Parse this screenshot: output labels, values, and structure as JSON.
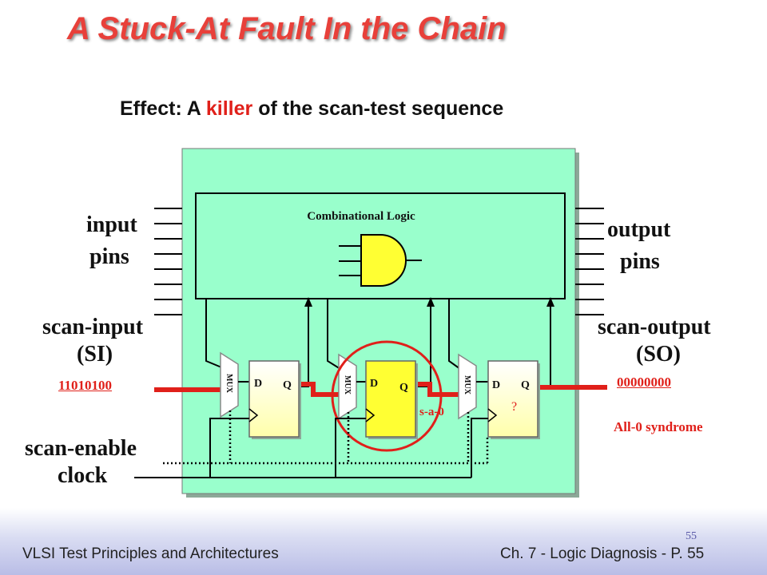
{
  "slide": {
    "title": "A Stuck-At Fault In the Chain",
    "subtitle_prefix": "Effect: A ",
    "subtitle_highlight": "killer",
    "subtitle_suffix": " of the scan-test sequence",
    "highlight_color": "#e0201a",
    "title_color": "#e8403a"
  },
  "diagram": {
    "board_color": "#99ffcc",
    "flop_highlight_color": "#ffff33",
    "combinational_logic_label": "Combinational Logic",
    "input_pins_line1": "input",
    "input_pins_line2": "pins",
    "output_pins_line1": "output",
    "output_pins_line2": "pins",
    "scan_input_line1": "scan-input",
    "scan_input_line2": "(SI)",
    "scan_output_line1": "scan-output",
    "scan_output_line2": "(SO)",
    "si_pattern": "11010100",
    "so_pattern": "00000000",
    "syndrome": "All-0 syndrome",
    "scan_enable": "scan-enable",
    "clock": "clock",
    "fault_label": "s-a-0",
    "unknown_value": "?",
    "mux_label": "MUX",
    "flop_d": "D",
    "flop_q": "Q"
  },
  "footer": {
    "left": "VLSI Test Principles and Architectures",
    "right": "Ch. 7 - Logic Diagnosis  - P. 55",
    "page_number": "55"
  }
}
